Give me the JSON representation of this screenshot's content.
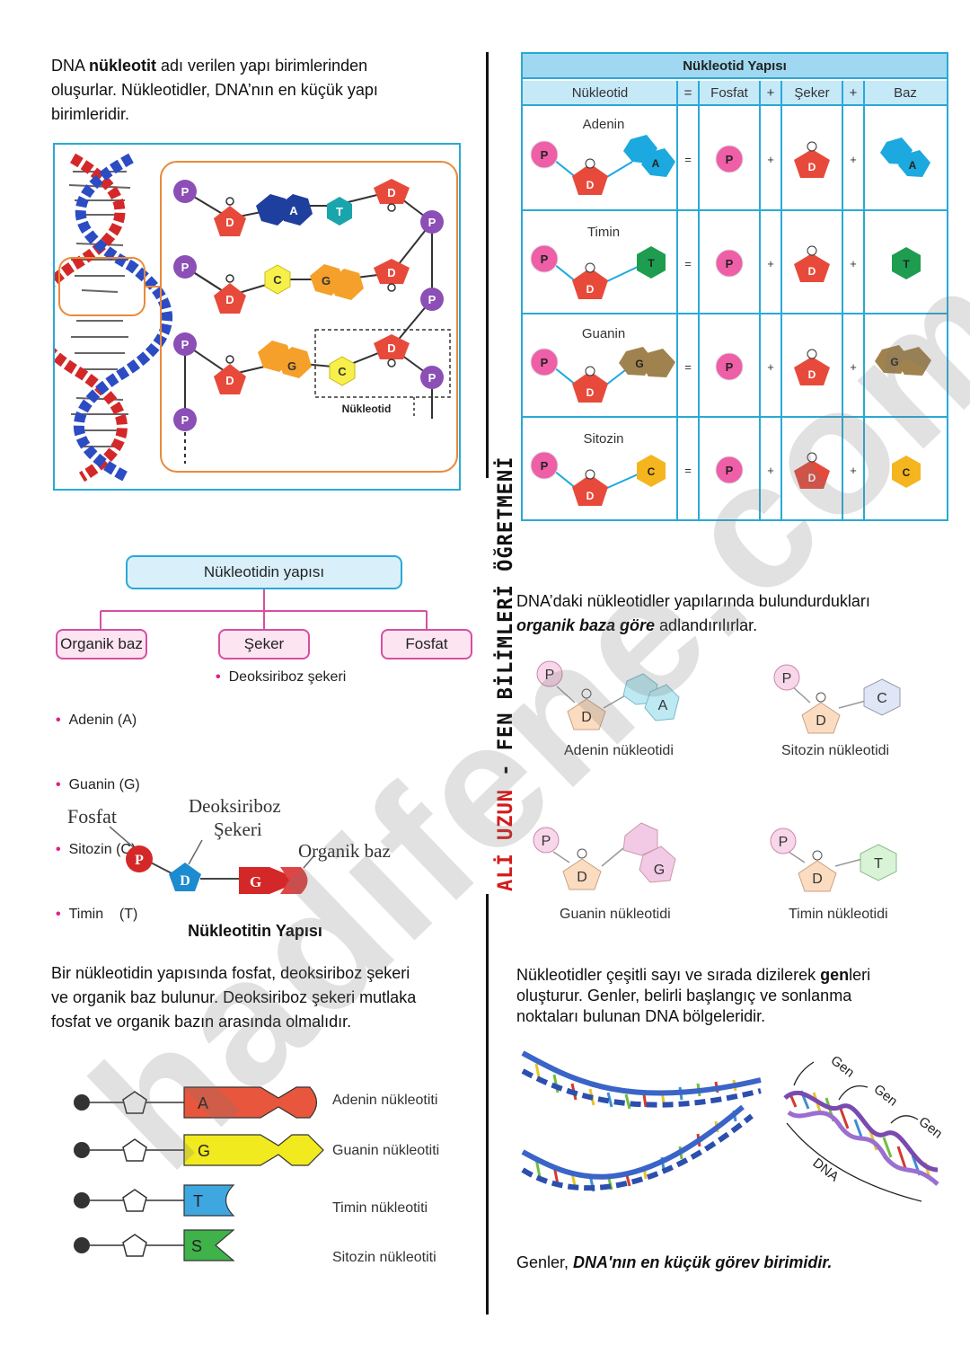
{
  "left": {
    "intro": {
      "prefix": "DNA ",
      "bold": "nükleotit",
      "rest_line1": " adı verilen yapı birimlerinden",
      "line2": "oluşurlar. Nükleotidler, DNA’nın en küçük yapı",
      "line3": "birimleridir."
    },
    "dna_figure": {
      "nucleotide_label": "Nükleotid",
      "P": "P",
      "D": "D",
      "bases_row1": [
        "A",
        "T"
      ],
      "bases_row2": [
        "C",
        "G"
      ],
      "bases_row3": [
        "G",
        "C"
      ]
    },
    "tree": {
      "root": "Nükleotidin yapısı",
      "children": [
        "Organik baz",
        "Şeker",
        "Fosfat"
      ],
      "organic_bases": [
        "Adenin (A)",
        "Guanin (G)",
        "Sitozin (C)",
        "Timin    (T)"
      ],
      "sugar": [
        "Deoksiriboz şekeri"
      ]
    },
    "structure_figure": {
      "fosfat": "Fosfat",
      "deoksiriboz_line1": "Deoksiriboz",
      "deoksiriboz_line2": "Şekeri",
      "organik_baz": "Organik baz",
      "P": "P",
      "D": "D",
      "G": "G",
      "caption": "Nükleotitin Yapısı"
    },
    "para2": {
      "line1": "Bir nükleotidin yapısında fosfat, deoksiriboz şekeri",
      "line2": "ve organik baz bulunur. Deoksiriboz şekeri mutlaka",
      "line3": "fosfat ve organik bazın arasında olmalıdır."
    },
    "shapes": [
      {
        "letter": "A",
        "label": "Adenin nükleotiti",
        "color": "#e8563d"
      },
      {
        "letter": "G",
        "label": "Guanin nükleotiti",
        "color": "#f0ea1f"
      },
      {
        "letter": "T",
        "label": "Timin nükleotiti",
        "color": "#3fa7e0"
      },
      {
        "letter": "S",
        "label": "Sitozin nükleotiti",
        "color": "#3fb24a"
      }
    ]
  },
  "sidebar": {
    "author_red": "ALİ UZUN",
    "rest": " - FEN BİLİMLERİ ÖĞRETMENİ"
  },
  "watermark": "hadifene.com",
  "right": {
    "table": {
      "title": "Nükleotid Yapısı",
      "headers": [
        "Nükleotid",
        "=",
        "Fosfat",
        "+",
        "Şeker",
        "+",
        "Baz"
      ],
      "rows": [
        {
          "name": "Adenin",
          "base": "A",
          "color": "#1ba9df"
        },
        {
          "name": "Timin",
          "base": "T",
          "color": "#1e9c4f"
        },
        {
          "name": "Guanin",
          "base": "G",
          "color": "#a0824e"
        },
        {
          "name": "Sitozin",
          "base": "C",
          "color": "#f5b51e"
        }
      ],
      "eq": "=",
      "plus": "+",
      "P": "P",
      "D": "D"
    },
    "para1": {
      "line1": "DNA’daki nükleotidler yapılarında bulundurdukları",
      "bold_italic": "organik baza göre",
      "rest": " adlandırılırlar."
    },
    "small_nucleotides": [
      {
        "label": "Adenin nükleotidi",
        "base": "A"
      },
      {
        "label": "Sitozin nükleotidi",
        "base": "C"
      },
      {
        "label": "Guanin nükleotidi",
        "base": "G"
      },
      {
        "label": "Timin nükleotidi",
        "base": "T"
      }
    ],
    "para2": {
      "prefix": "Nükleotidler çeşitli sayı ve sırada dizilerek ",
      "bold": "gen",
      "suffix": "leri",
      "line2": "oluşturur. Genler, belirli başlangıç ve sonlanma",
      "line3": "noktaları bulunan DNA bölgeleridir."
    },
    "gene_labels": [
      "Gen",
      "Gen",
      "Gen"
    ],
    "dna_label": "DNA",
    "final": {
      "prefix": "Genler, ",
      "bold_italic": "DNA'nın en küçük görev birimidir."
    }
  }
}
